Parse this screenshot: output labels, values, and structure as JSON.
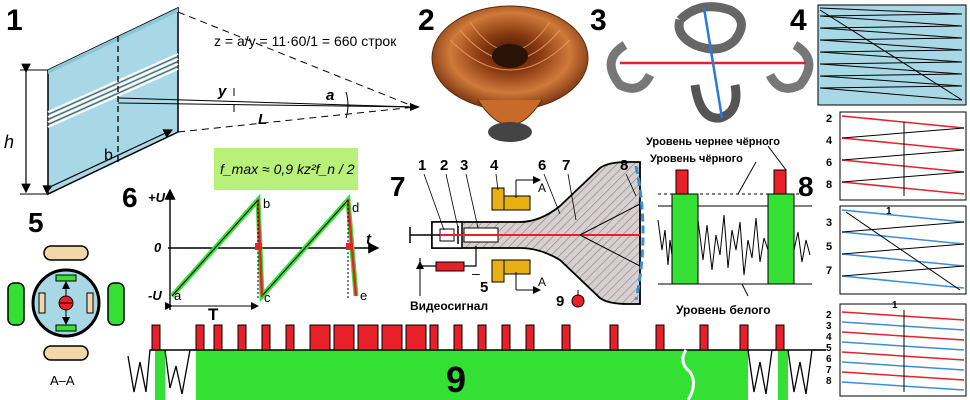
{
  "panels": {
    "p1": {
      "number": "1",
      "formula": "z = a/y = 11·60/1 = 660 строк",
      "labels": {
        "h": "h",
        "b": "b",
        "y": "y",
        "a": "a",
        "L": "L"
      }
    },
    "p2": {
      "number": "2"
    },
    "p3": {
      "number": "3"
    },
    "p4": {
      "number": "4",
      "group_a": [
        "2",
        "4",
        "6",
        "8"
      ],
      "group_b": [
        "1",
        "3",
        "5",
        "7"
      ],
      "group_c": [
        "2",
        "1",
        "3",
        "4",
        "5",
        "6",
        "7",
        "8"
      ],
      "group_b_top": "1",
      "group_c_top": "1"
    },
    "p5": {
      "number": "5",
      "caption": "A–A"
    },
    "p6": {
      "number": "6",
      "formula": "f_max ≈ 0,9 kz²f_n / 2",
      "axis": {
        "plus": "+U",
        "zero": "0",
        "minus": "-U",
        "t": "t"
      },
      "points": [
        "a",
        "b",
        "c",
        "d",
        "e"
      ],
      "period": "T"
    },
    "p7": {
      "number": "7",
      "callouts": [
        "1",
        "2",
        "3",
        "4",
        "6",
        "7",
        "8",
        "5",
        "9"
      ],
      "section": "A",
      "minus": "–",
      "video_label": "Видеосигнал"
    },
    "p8": {
      "number": "8",
      "level_blacker": "Уровень чернее чёрного",
      "level_black": "Уровень чёрного",
      "level_white": "Уровень белого"
    },
    "p9": {
      "number": "9"
    }
  },
  "colors": {
    "glass": "#a8d8e6",
    "green": "#33e033",
    "red": "#e8202a",
    "blue": "#3a8fd8",
    "tube_hatch": "#c8c0c0",
    "copper": "#b5602a",
    "coil": "#f2d8a8"
  }
}
